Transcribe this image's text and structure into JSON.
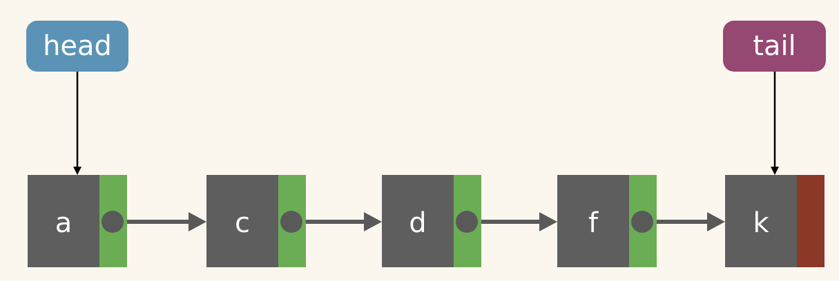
{
  "head_label": "head",
  "tail_label": "tail",
  "nodes": [
    {
      "value": "a",
      "next": "pointer"
    },
    {
      "value": "c",
      "next": "pointer"
    },
    {
      "value": "d",
      "next": "pointer"
    },
    {
      "value": "f",
      "next": "pointer"
    },
    {
      "value": "k",
      "next": "null"
    }
  ],
  "colors": {
    "background": "#fcf7ee",
    "head": "#5a93b5",
    "tail": "#944872",
    "node_value": "#5e5e5e",
    "next_pointer": "#6bad55",
    "next_null": "#8c3826",
    "link_arrow": "#595959"
  }
}
